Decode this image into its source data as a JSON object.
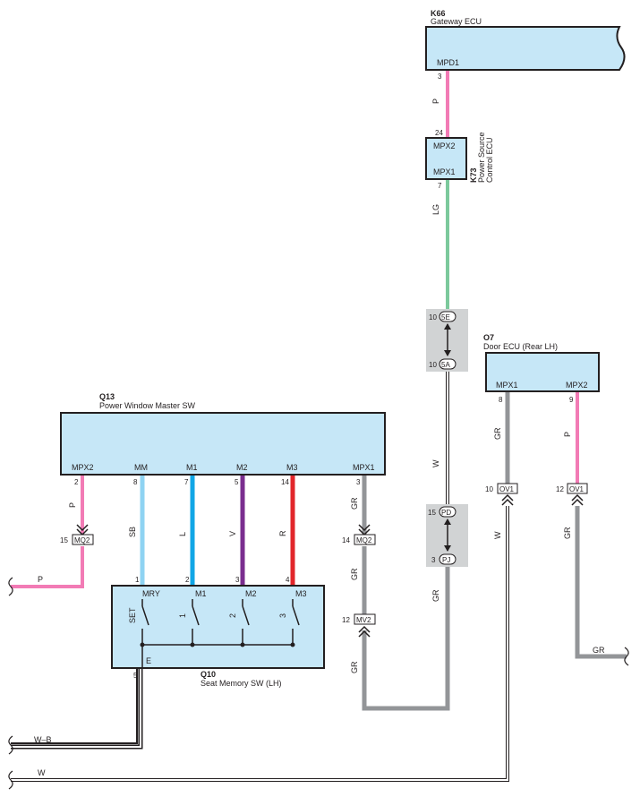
{
  "colors": {
    "P": "#f27bb5",
    "LG": "#7cc99c",
    "SB": "#8fd3f2",
    "L": "#11a6e6",
    "V": "#7a2e8f",
    "R": "#e2262b",
    "GR": "#939598",
    "box_fill": "#c6e7f7",
    "splice_fill": "#d1d3d4",
    "line": "#231f20"
  },
  "components": {
    "k66": {
      "code": "K66",
      "name": "Gateway ECU",
      "pin": "MPD1"
    },
    "k73": {
      "code": "K73",
      "name_line1": "Power Source",
      "name_line2": "Control ECU",
      "pin_top": "MPX2",
      "pin_bottom": "MPX1"
    },
    "q13": {
      "code": "Q13",
      "name": "Power Window Master SW",
      "pins": [
        "MPX2",
        "MM",
        "M1",
        "M2",
        "M3",
        "MPX1"
      ]
    },
    "o7": {
      "code": "O7",
      "name": "Door ECU (Rear LH)",
      "pins": [
        "MPX1",
        "MPX2"
      ]
    },
    "q10": {
      "code": "Q10",
      "name": "Seat Memory SW (LH)",
      "pins": [
        "MRY",
        "M1",
        "M2",
        "M3"
      ],
      "ground_pin": "E",
      "switches": [
        "SET",
        "1",
        "2",
        "3"
      ]
    }
  },
  "connectors": {
    "se": "5E",
    "sa": "5A",
    "pd": "PD",
    "pj": "PJ",
    "mq2": "MQ2",
    "mv2": "MV2",
    "ov1": "OV1"
  },
  "pin_numbers": {
    "k66_mpd1": "3",
    "k73_mpx2": "24",
    "k73_mpx1": "7",
    "q13": [
      "2",
      "8",
      "7",
      "5",
      "14",
      "3"
    ],
    "q10": [
      "1",
      "2",
      "3",
      "4"
    ],
    "q10_e": "5",
    "o7": [
      "8",
      "9"
    ],
    "se": "10",
    "sa": "10",
    "pd": "15",
    "pj": "3",
    "mq2_left": "15",
    "mq2_right": "14",
    "mv2": "12",
    "ov1_left": "10",
    "ov1_right": "12"
  },
  "wire_labels": {
    "k66_k73": "P",
    "k73_splice": "LG",
    "splice_w": "W",
    "q13_gr": "GR",
    "mq2_gr": "GR",
    "mv2_gr": "GR",
    "pj_gr": "GR",
    "q13_p": "P",
    "left_p": "P",
    "sb": "SB",
    "l": "L",
    "v": "V",
    "r": "R",
    "o7_gr": "GR",
    "o7_p": "P",
    "ov1_w": "W",
    "ov1_gr": "GR",
    "right_gr": "GR",
    "bottom_wb": "W–B",
    "bottom_w": "W"
  }
}
